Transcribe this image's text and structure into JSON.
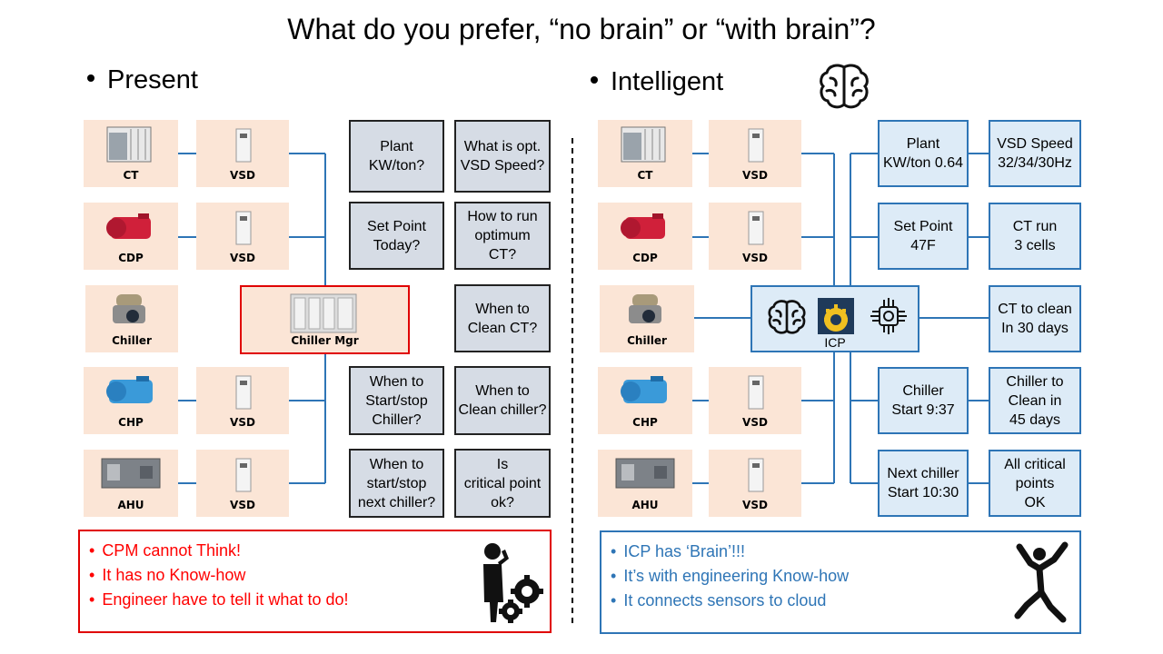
{
  "title": "What do you prefer, “no brain” or “with brain”?",
  "present": {
    "heading": "Present",
    "equipment": [
      "CT",
      "VSD",
      "CDP",
      "VSD",
      "Chiller",
      "CHP",
      "VSD",
      "AHU",
      "VSD"
    ],
    "controller_label": "Chiller Mgr",
    "questions": [
      "Plant\nKW/ton?",
      "What is opt.\nVSD Speed?",
      "Set Point\nToday?",
      "How to run\noptimum\nCT?",
      "When to\nClean CT?",
      "When to\nStart/stop\nChiller?",
      "When to\nClean chiller?",
      "When to\nstart/stop\nnext chiller?",
      "Is\ncritical point\nok?"
    ],
    "notes": [
      "CPM cannot Think!",
      "It has no Know-how",
      "Engineer have to tell it what to do!"
    ]
  },
  "intelligent": {
    "heading": "Intelligent",
    "equipment": [
      "CT",
      "VSD",
      "CDP",
      "VSD",
      "Chiller",
      "CHP",
      "VSD",
      "AHU",
      "VSD"
    ],
    "controller_label": "ICP",
    "answers": [
      "Plant\nKW/ton 0.64",
      "VSD Speed\n32/34/30Hz",
      "Set Point\n47F",
      "CT run\n3 cells",
      "CT to clean\nIn 30 days",
      "Chiller\nStart 9:37",
      "Chiller to\nClean in\n45 days",
      "Next chiller\nStart 10:30",
      "All critical\npoints\nOK"
    ],
    "notes": [
      "ICP has ‘Brain’!!!",
      "It’s with engineering Know-how",
      "It connects sensors to cloud"
    ]
  },
  "colors": {
    "tile_bg": "#fbe5d6",
    "question_bg": "#d6dce5",
    "answer_bg": "#ddebf7",
    "answer_border": "#2e75b6",
    "connector": "#2e75b6",
    "present_note": "#ff0000",
    "intelligent_note": "#2e75b6",
    "controller_border": "#e00000"
  },
  "icons": [
    "brain-icon",
    "thinking-person-gears-icon",
    "jumping-person-icon",
    "gear-icon",
    "chip-icon"
  ]
}
